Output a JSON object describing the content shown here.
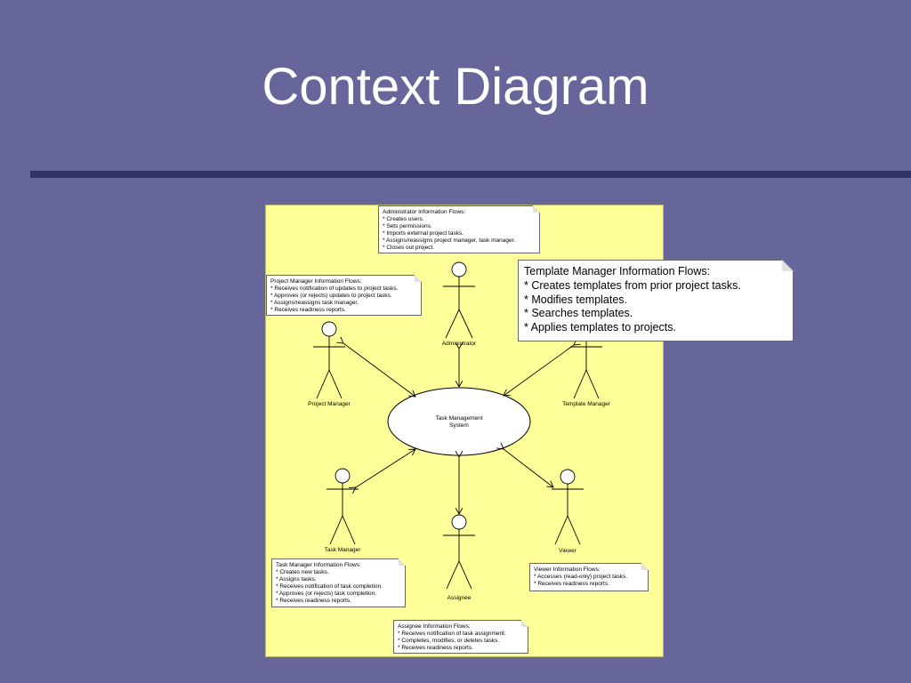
{
  "slide": {
    "title": "Context Diagram"
  },
  "system": {
    "line1": "Task Management",
    "line2": "System"
  },
  "actors": {
    "administrator": "Administrator",
    "project_manager": "Project Manager",
    "template_manager": "Template Manager",
    "task_manager": "Task Manager",
    "viewer": "Viewer",
    "assignee": "Assignee"
  },
  "notes": {
    "administrator": {
      "title": "Administrator Information Flows:",
      "items": [
        "*  Creates users.",
        "*  Sets permissions.",
        "*  Imports external project tasks.",
        "*  Assigns/reassigns project manager, task manager.",
        "*  Closes out project."
      ]
    },
    "project_manager": {
      "title": "Project Manager Information Flows:",
      "items": [
        "*  Receives notification of updates to project tasks.",
        "*  Approves (or rejects) updates to project tasks.",
        "*  Assigns/reassigns task manager.",
        "*  Receives readiness reports."
      ]
    },
    "template_manager": {
      "title": "Template Manager Information Flows:",
      "items": [
        "*  Creates templates from prior project tasks.",
        "*  Modifies templates.",
        "*  Searches templates.",
        "*  Applies templates to projects."
      ]
    },
    "task_manager": {
      "title": "Task Manager Information Flows:",
      "items": [
        "*  Creates new tasks.",
        "*  Assigns tasks.",
        "*  Receives notification of task completion.",
        "*  Approves (or rejects) task completion.",
        "*  Receives readiness reports."
      ]
    },
    "viewer": {
      "title": "Viewer Information Flows:",
      "items": [
        "*  Accesses (read-only) project tasks.",
        "*  Receives readiness reports."
      ]
    },
    "assignee": {
      "title": "Assignee Information Flows:",
      "items": [
        "*  Receives notification of task assignment.",
        "*  Completes, modifies, or deletes tasks.",
        "*  Receives readiness reports."
      ]
    }
  },
  "colors": {
    "background": "#66669a",
    "panel": "#ffff99",
    "divider": "#333366"
  }
}
